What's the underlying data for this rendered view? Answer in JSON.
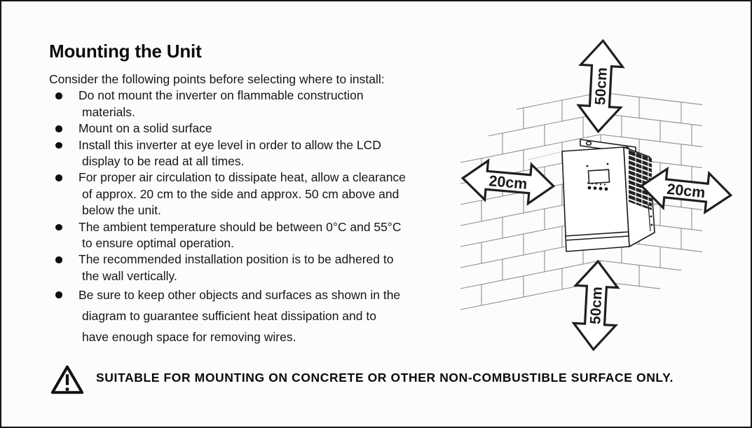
{
  "page": {
    "title": "Mounting the Unit",
    "intro": "Consider the following points before selecting where to install:",
    "bullets": [
      [
        "Do not mount the inverter on flammable construction",
        "materials."
      ],
      [
        "Mount on a solid surface"
      ],
      [
        "Install this inverter at eye level in order to allow the LCD",
        "display to be read at all times."
      ],
      [
        "For proper air circulation to dissipate heat, allow a clearance",
        "of approx. 20 cm to the side and approx. 50 cm above and",
        "below the unit."
      ],
      [
        "The ambient temperature should be between 0°C and 55°C",
        "to ensure optimal operation."
      ],
      [
        "The recommended installation position is to be adhered to",
        "the wall vertically."
      ],
      [
        "Be sure to keep other objects and surfaces as shown in the",
        "diagram to guarantee sufficient heat dissipation and to",
        "have enough space for removing wires."
      ]
    ]
  },
  "diagram": {
    "clearance_top": "50cm",
    "clearance_bottom": "50cm",
    "clearance_left": "20cm",
    "clearance_right": "20cm"
  },
  "warning": {
    "icon": "warning-triangle-icon",
    "text": "SUITABLE FOR MOUNTING ON CONCRETE OR OTHER NON-COMBUSTIBLE SURFACE ONLY."
  },
  "colors": {
    "ink": "#111111",
    "brick_line": "#8d8d8b"
  }
}
